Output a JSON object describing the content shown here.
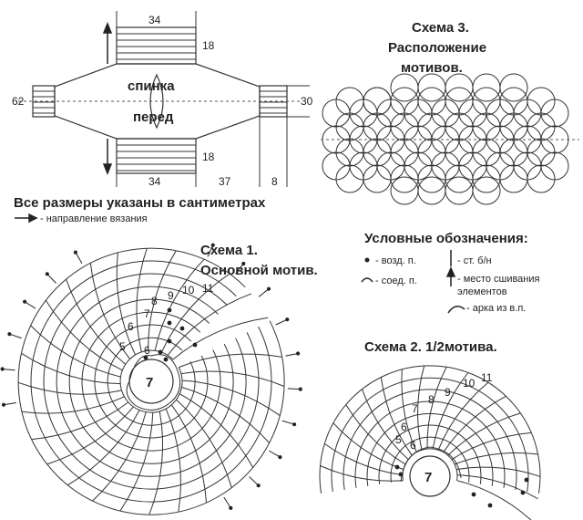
{
  "colors": {
    "line": "#333333",
    "bg": "#ffffff",
    "dash_axis": "#555555"
  },
  "pattern": {
    "dims": {
      "top_width": "34",
      "top_height": "18",
      "left_cuff": "62",
      "right_cuff": "30",
      "bottom_width": "34",
      "bottom_height": "18",
      "sleeve_length": "37",
      "cuff_length": "8"
    },
    "back_label": "спинка",
    "front_label": "перед"
  },
  "note": "Все размеры указаны в сантиметрах",
  "knit_direction": "- направление вязания",
  "scheme3": {
    "title_1": "Схема 3.",
    "title_2": "Расположение",
    "title_3": "мотивов."
  },
  "legend": {
    "title": "Условные обозначения:",
    "chain": "- возд. п.",
    "dc": "- ст. б/н",
    "slip": "- соед. п.",
    "join_1": "- место сшивания",
    "join_2": "элементов",
    "arch": "- арка из в.п."
  },
  "scheme1": {
    "title_1": "Схема 1.",
    "title_2": "Основной мотив.",
    "center": "7",
    "rows": [
      "5",
      "6",
      "6",
      "7",
      "8",
      "9",
      "10",
      "11"
    ]
  },
  "scheme2": {
    "title": "Схема 2. 1/2мотива.",
    "center": "7",
    "rows": [
      "5",
      "6",
      "6",
      "7",
      "8",
      "9",
      "10",
      "11"
    ]
  }
}
